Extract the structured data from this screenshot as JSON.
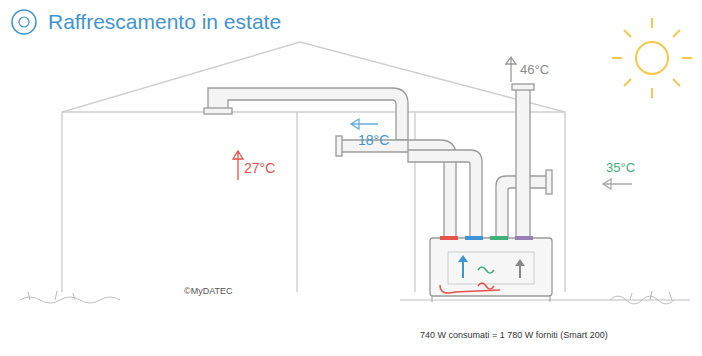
{
  "diagram": {
    "title": "Raffrescamento in estate",
    "labels": [
      "46°C",
      "18°C",
      "27°C",
      "35°C",
      "©MyDATEC",
      "740 W consumati = 1 780 W forniti (Smart 200)"
    ]
  }
}
